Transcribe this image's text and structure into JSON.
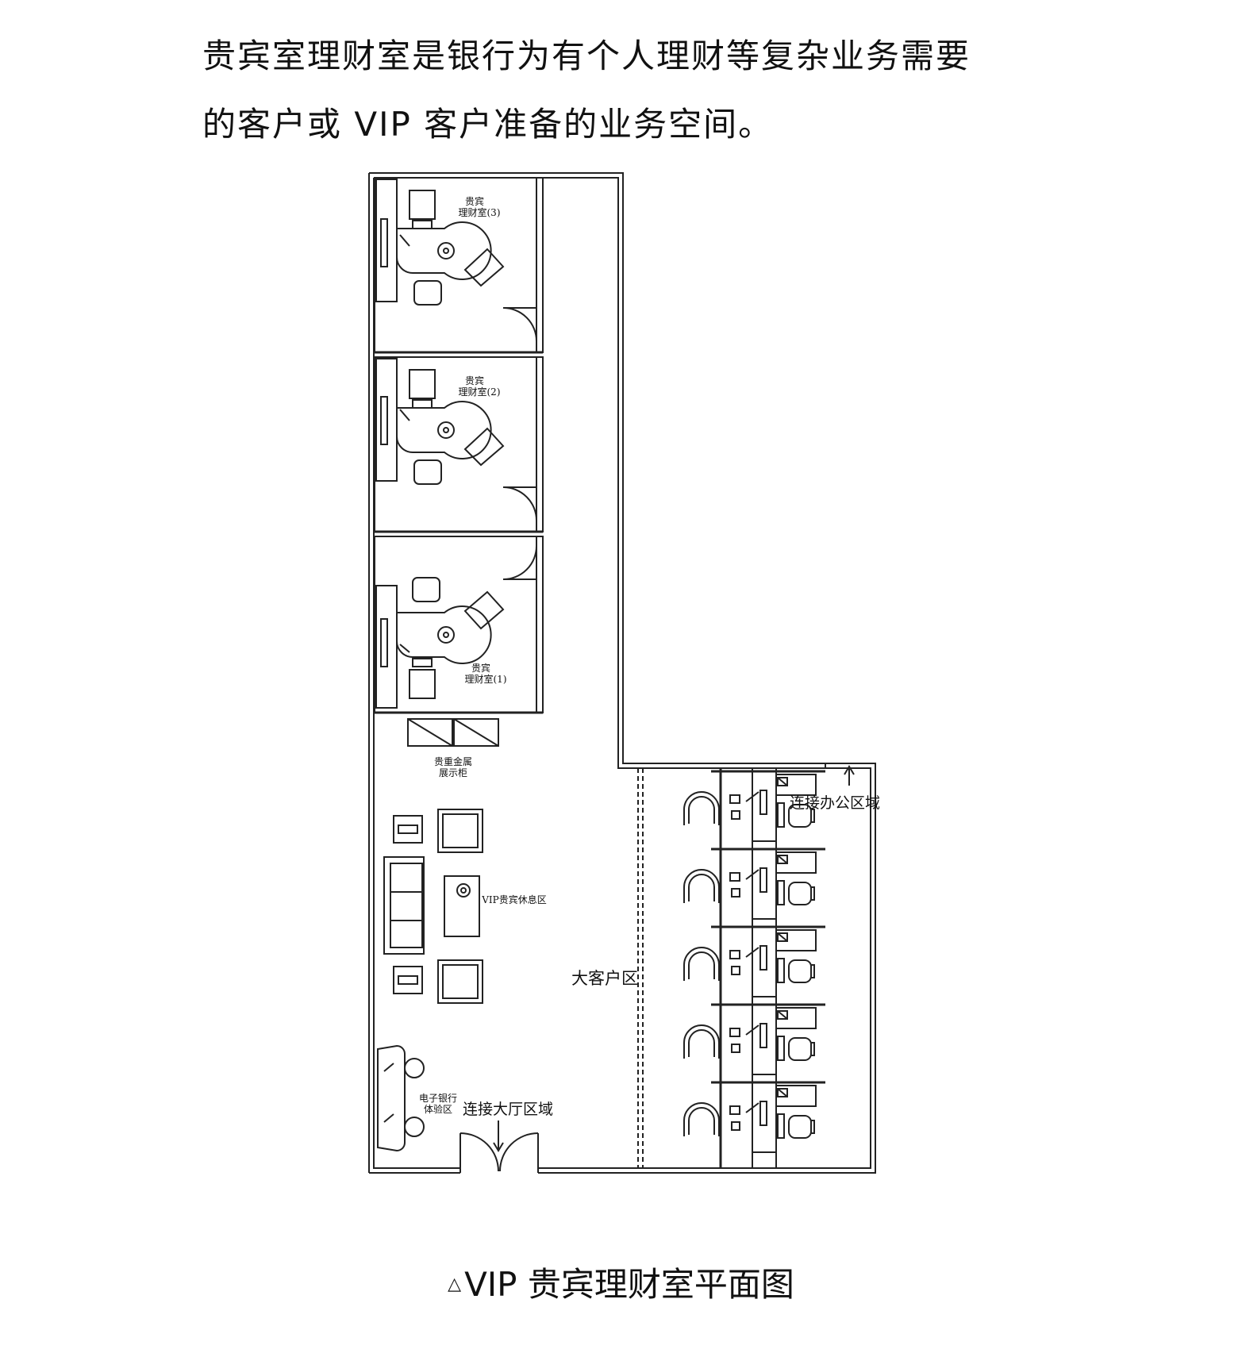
{
  "intro": {
    "line1": "贵宾室理财室是银行为有个人理财等复杂业务需要",
    "line2": "的客户或 VIP 客户准备的业务空间。"
  },
  "plan": {
    "rooms": [
      {
        "name_line1": "贵宾",
        "name_line2": "理财室(3)"
      },
      {
        "name_line1": "贵宾",
        "name_line2": "理财室(2)"
      },
      {
        "name_line1": "贵宾",
        "name_line2": "理财室(1)"
      }
    ],
    "metal_cabinet_line1": "贵重金属",
    "metal_cabinet_line2": "展示柜",
    "vip_lounge": "VIP贵宾休息区",
    "big_client_area": "大客户区",
    "ebank_line1": "电子银行",
    "ebank_line2": "体验区",
    "to_lobby": "连接大厅区域",
    "to_office": "连接办公区域"
  },
  "caption": {
    "triangle": "△",
    "text": "VIP 贵宾理财室平面图"
  }
}
